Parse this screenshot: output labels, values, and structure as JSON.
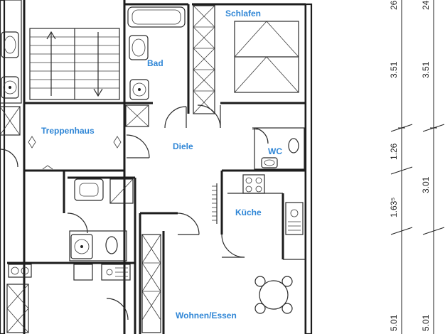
{
  "rooms": {
    "schlafen": "Schlafen",
    "bad": "Bad",
    "treppenhaus": "Treppenhaus",
    "diele": "Diele",
    "wc": "WC",
    "kueche": "Küche",
    "wohnen_essen": "Wohnen/Essen"
  },
  "dimensions": {
    "left_column": [
      "5.01",
      "1.63⁵",
      "1.26",
      "3.51",
      "26"
    ],
    "right_column": [
      "5.01",
      "3.01",
      "3.51",
      "24"
    ]
  },
  "colors": {
    "label": "#2f86d6",
    "ink": "#1c1c1c",
    "background": "#ffffff"
  }
}
